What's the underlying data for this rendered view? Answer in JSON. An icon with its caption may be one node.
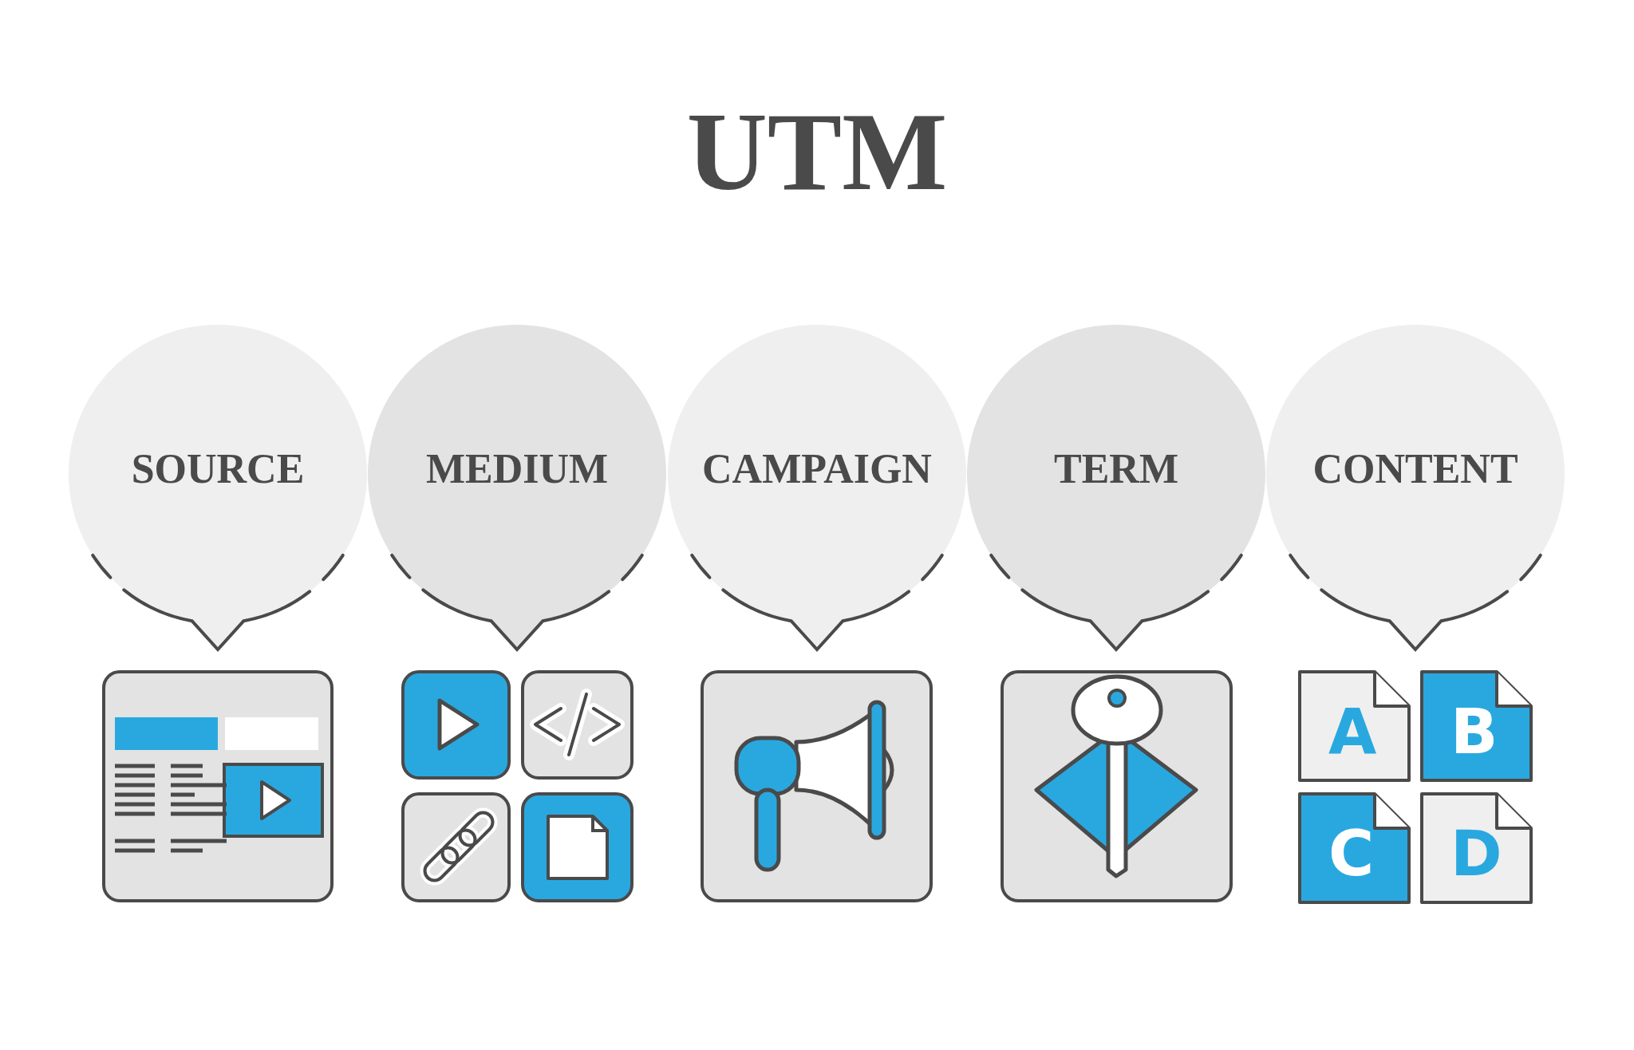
{
  "diagram": {
    "title": "UTM",
    "nodes": [
      {
        "text": [
          "SOURCE"
        ]
      },
      {
        "text": [
          "MEDIUM"
        ]
      },
      {
        "text": [
          "CAMPAIGN"
        ]
      },
      {
        "text": [
          "TERM"
        ]
      },
      {
        "text": [
          "CONTENT"
        ]
      }
    ],
    "labels": [
      "A",
      "B",
      "C",
      "D"
    ]
  }
}
